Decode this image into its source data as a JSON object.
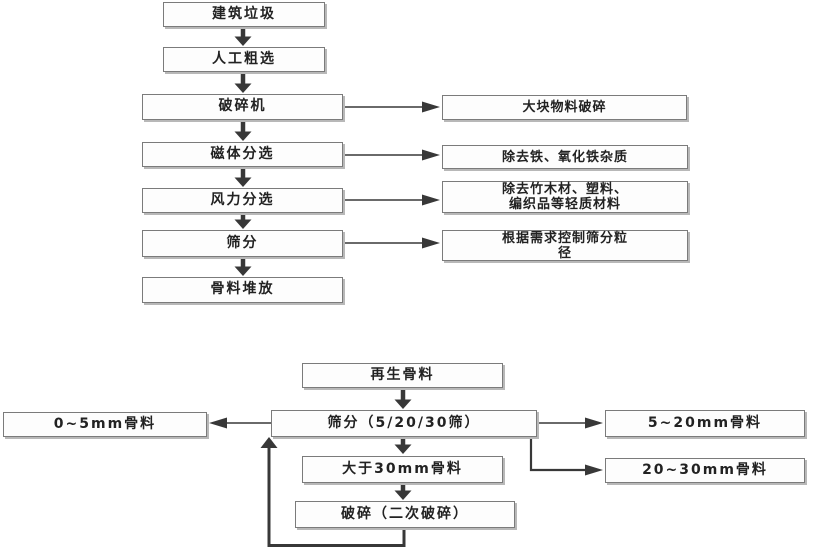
{
  "flow_top": {
    "nodes": {
      "construction_waste": "建筑垃圾",
      "manual_rough_sorting": "人工粗选",
      "crusher": "破碎机",
      "magnetic_separation": "磁体分选",
      "air_separation": "风力分选",
      "screening": "筛分",
      "aggregate_stacking": "骨料堆放"
    },
    "notes": {
      "crusher": "大块物料破碎",
      "magnetic_separation": "除去铁、氧化铁杂质",
      "air_separation": [
        "除去竹木材、塑料、",
        "编织品等轻质材料"
      ],
      "screening": [
        "根据需求控制筛分粒",
        "径"
      ]
    }
  },
  "flow_bottom": {
    "nodes": {
      "recycled_aggregate": "再生骨料",
      "sieve_screening": "筛分（5/20/30筛）",
      "over_30mm": "大于30mm骨料",
      "secondary_crushing": "破碎（二次破碎）",
      "aggregate_0_5mm": "0~5mm骨料",
      "aggregate_5_20mm": "5~20mm骨料",
      "aggregate_20_30mm": "20~30mm骨料"
    }
  },
  "colors": {
    "background": "#ffffff",
    "node_fill": "#fdfdfd",
    "node_border": "#7b7b7b",
    "node_shadow": "#b8b8b8",
    "arrow": "#383838",
    "text": "#222222"
  }
}
